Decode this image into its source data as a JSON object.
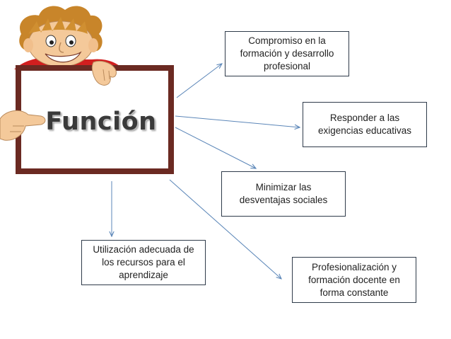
{
  "title": "Función",
  "boxes": {
    "compromiso": "Compromiso en la\nformación y desarrollo\nprofesional",
    "responder": "Responder a las\nexigencias educativas",
    "minimizar": "Minimizar las\ndesventajas sociales",
    "utilizacion": "Utilización adecuada de\nlos recursos para el\naprendizaje",
    "profesionalizacion": "Profesionalización y\nformación docente en\nforma constante"
  },
  "colors": {
    "board_frame": "#6b2a22",
    "arrow": "#5b86b8",
    "box_border": "#2f3b4a"
  },
  "icons": [
    "cartoon-boy-holding-sign"
  ]
}
